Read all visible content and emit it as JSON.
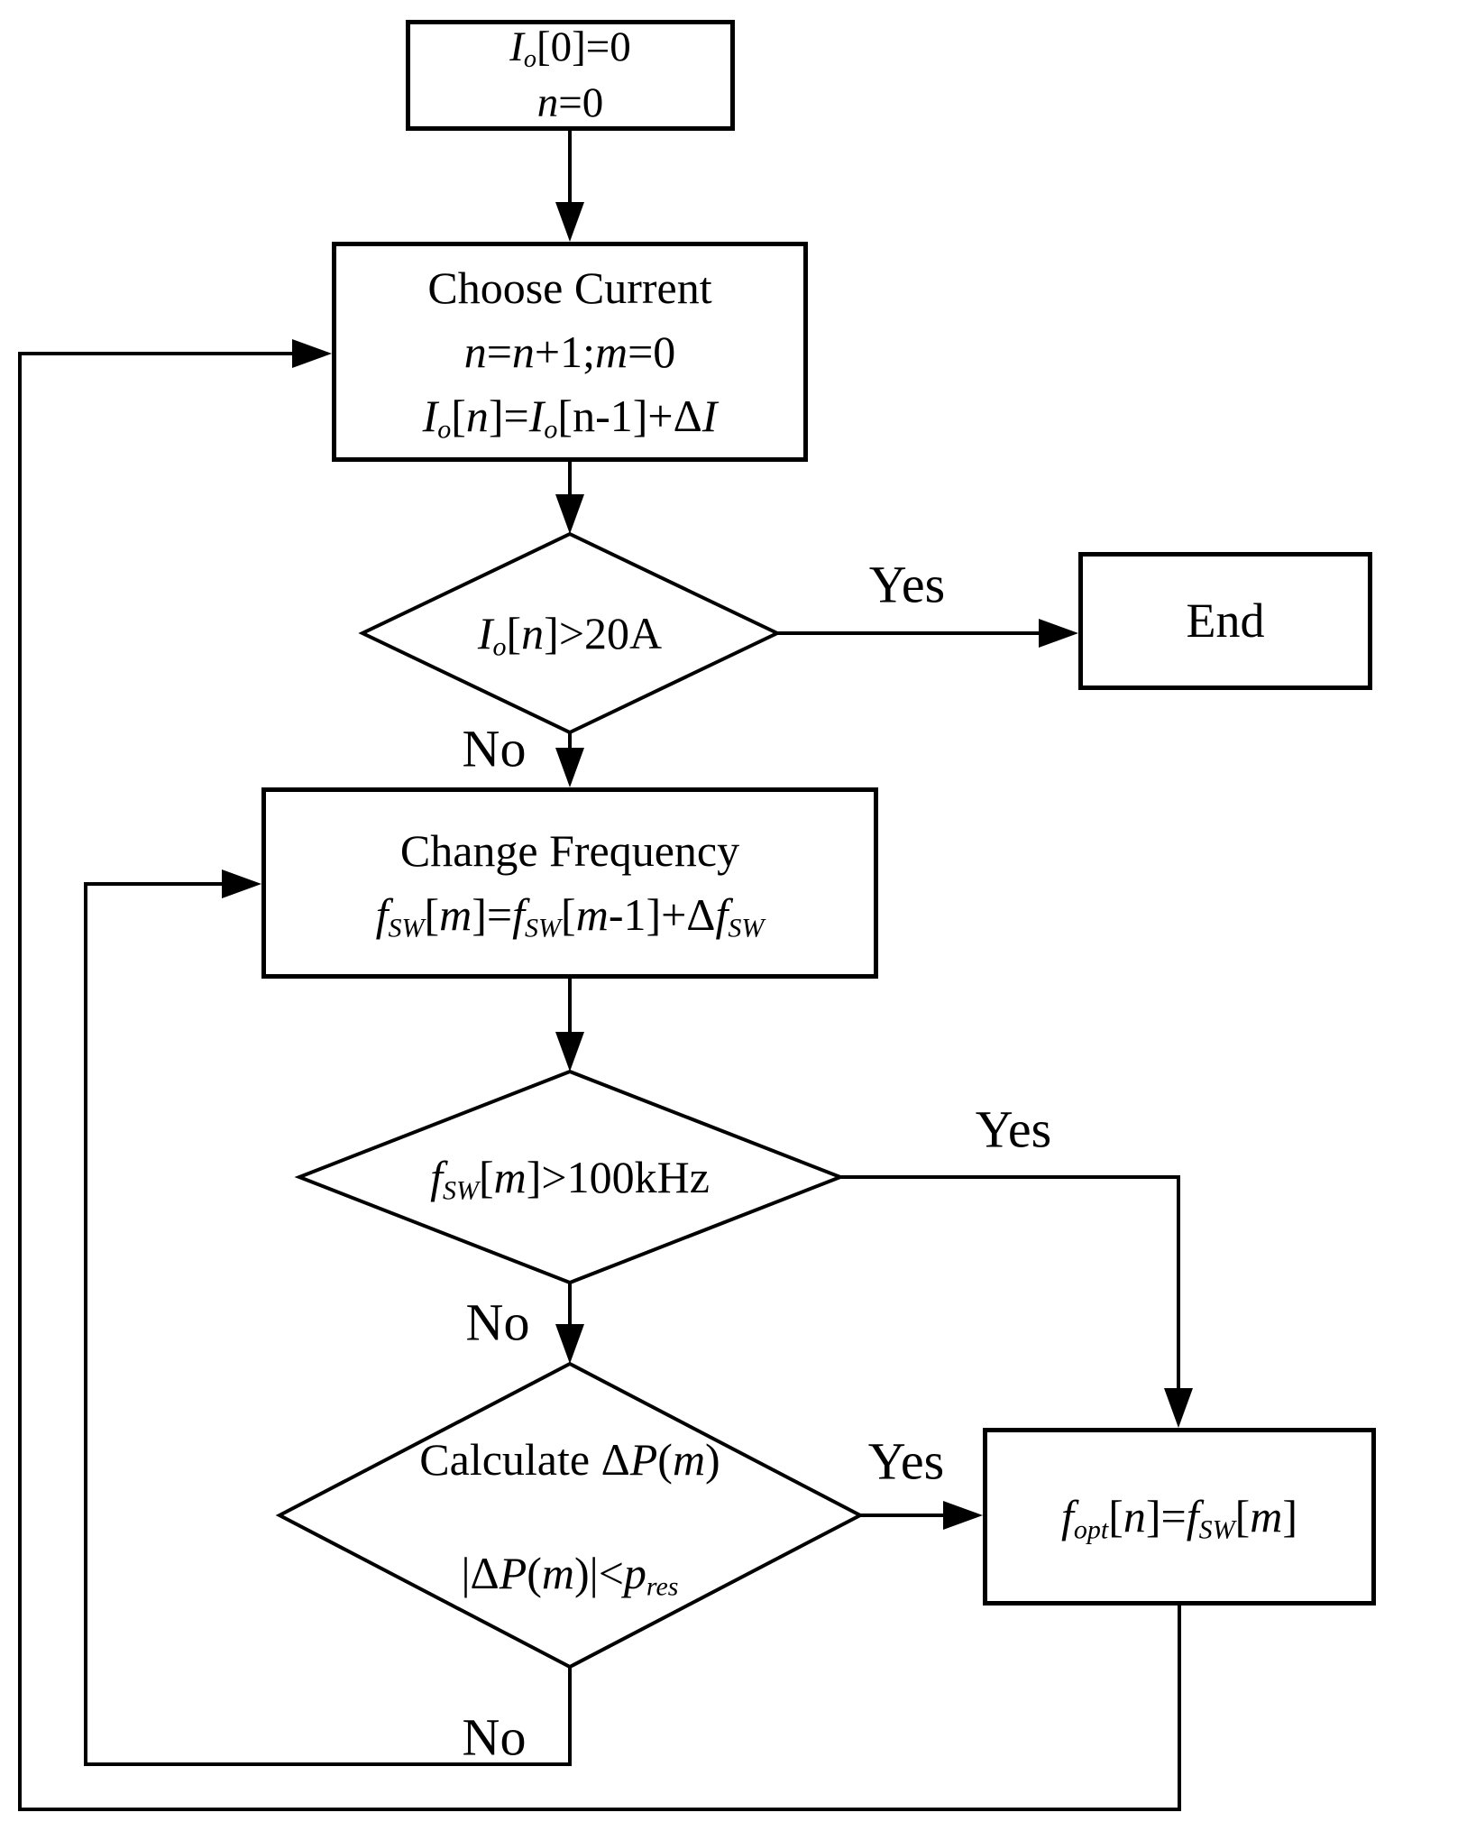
{
  "diagram": {
    "description": "Flowchart of an optimal switching frequency search algorithm",
    "colors": {
      "line": "#000000",
      "background": "#ffffff"
    },
    "nodes": {
      "init": {
        "type": "process",
        "lines": [
          "*I*_{o}[0]=0",
          "*n*=0"
        ]
      },
      "choose_current": {
        "type": "process",
        "lines": [
          "Choose Current",
          "*n*=*n*+1;*m*=0",
          "*I*_{o}[*n*]=*I*_{o}[n-1]+Δ*I*"
        ]
      },
      "current_check": {
        "type": "decision",
        "lines": [
          "*I*_{o}[*n*]>20A"
        ]
      },
      "end": {
        "type": "terminal",
        "lines": [
          "End"
        ]
      },
      "change_frequency": {
        "type": "process",
        "lines": [
          "Change Frequency",
          "*f*_{SW}[*m*]=*f*_{SW}[*m*-1]+Δ*f*_{SW}"
        ]
      },
      "frequency_check": {
        "type": "decision",
        "lines": [
          "*f*_{SW}[*m*]>100kHz"
        ]
      },
      "power_check": {
        "type": "decision",
        "lines": [
          "Calculate Δ*P*(*m*)",
          "|Δ*P*(*m*)|<*p*_{res}"
        ]
      },
      "set_optimum": {
        "type": "process",
        "lines": [
          "*f*_{opt}[*n*]=*f*_{SW}[*m*]"
        ]
      }
    },
    "edge_labels": {
      "current_check_yes": "Yes",
      "current_check_no": "No",
      "frequency_check_yes": "Yes",
      "frequency_check_no": "No",
      "power_check_yes": "Yes",
      "power_check_no": "No"
    }
  }
}
